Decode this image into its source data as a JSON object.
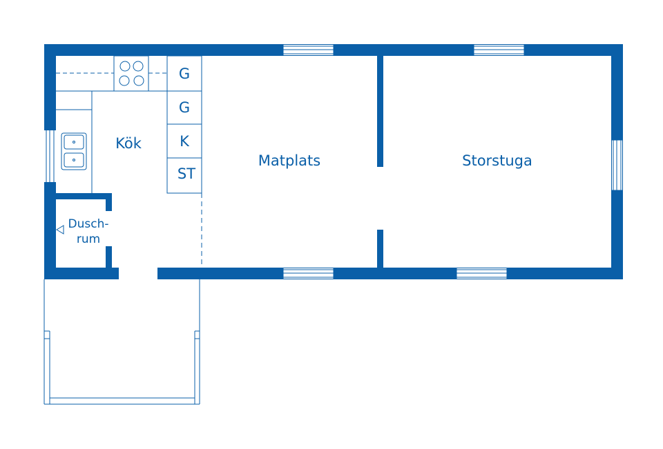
{
  "floorplan": {
    "accent_color": "#0a5fa8",
    "rooms": {
      "kitchen": "Kök",
      "dining": "Matplats",
      "living": "Storstuga",
      "shower_line1": "Dusch-",
      "shower_line2": "rum"
    },
    "cabinets": [
      "G",
      "G",
      "K",
      "ST"
    ],
    "icons": [
      "stove-icon",
      "sink-icon",
      "door-triangle-icon"
    ]
  }
}
